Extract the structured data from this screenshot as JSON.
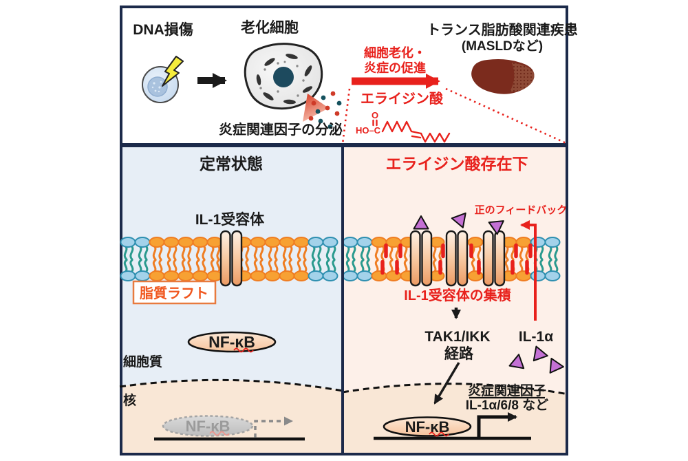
{
  "colors": {
    "red": "#e8211c",
    "border_navy": "#1c2a4a",
    "panel_left_bg": "#e7eef6",
    "panel_right_bg": "#fdf0e9",
    "nucleus_bg": "#f9e7d6",
    "head_orange": "#f7a133",
    "tail_orange": "#ef7d22",
    "head_blue": "#a3d2ea",
    "head_blue_stroke": "#2e8fb0",
    "tail_teal": "#2a9a8e",
    "ligand_purple": "#c470d4",
    "liver_dark": "#7b2b1d",
    "liver_light": "#8e4a36",
    "lipid_raft_orange": "#f0571f"
  },
  "top": {
    "dna_damage": "DNA損傷",
    "senescent_cell": "老化細胞",
    "secretion": "炎症関連因子の分泌",
    "promotion_line1": "細胞老化・",
    "promotion_line2": "炎症の促進",
    "elaidic_acid": "エライジン酸",
    "disease_line1": "トランス脂肪酸関連疾患",
    "disease_line2": "(MASLDなど)",
    "chem_o": "O",
    "chem_hoc": "HO–C"
  },
  "left_panel": {
    "title": "定常状態",
    "il1_receptor": "IL-1受容体",
    "lipid_raft": "脂質ラフト",
    "nfkb": "NF-κB",
    "cytoplasm": "細胞質",
    "nucleus": "核",
    "nfkb_nucleus": "NF-κB"
  },
  "right_panel": {
    "title": "エライジン酸存在下",
    "positive_feedback": "正のフィードバック",
    "receptor_clustering": "IL-1受容体の集積",
    "tak1_ikk": "TAK1/IKK",
    "pathway": "経路",
    "il1a": "IL-1α",
    "inflammatory_factors": "炎症関連因子",
    "factor_examples": "IL-1α/6/8 など",
    "nfkb": "NF-κB"
  }
}
